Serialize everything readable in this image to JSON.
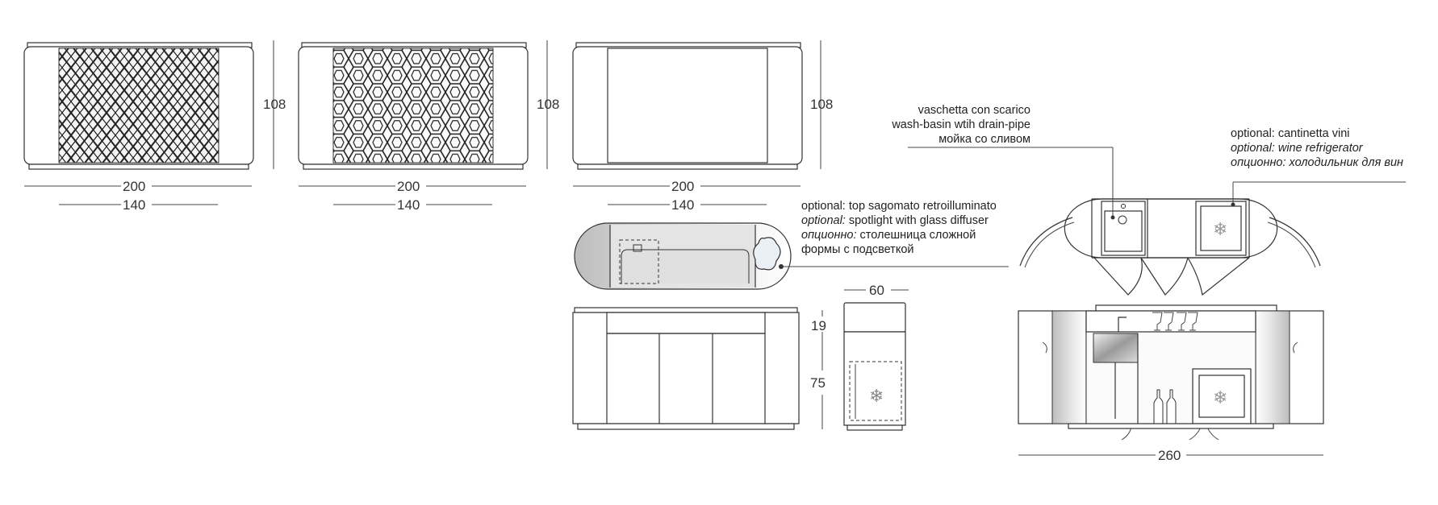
{
  "dimensions": {
    "cabinet_1": {
      "width": "200",
      "inner_width": "140",
      "height": "108"
    },
    "cabinet_2": {
      "width": "200",
      "inner_width": "140",
      "height": "108"
    },
    "cabinet_3": {
      "width": "200",
      "inner_width": "140",
      "height": "108"
    },
    "side_view": {
      "depth": "60",
      "top_height": "19",
      "base_height": "75"
    },
    "island": {
      "width": "260"
    }
  },
  "labels": {
    "washbasin": {
      "line1": "vaschetta con scarico",
      "line2": "wash-basin wtih drain-pipe",
      "line3": "мойка со сливом"
    },
    "wine": {
      "line1": "optional: cantinetta vini",
      "line2_prefix": "optional:",
      "line2_text": " wine refrigerator",
      "line3_prefix": "опционно:",
      "line3_text": " холодильник для вин"
    },
    "top": {
      "line1": "optional: top sagomato retroilluminato",
      "line2_prefix": "optional:",
      "line2_text": " spotlight with glass diffuser",
      "line3_prefix": "опционно:",
      "line3_text": " столешница сложной",
      "line4": "формы с подсветкой"
    }
  }
}
